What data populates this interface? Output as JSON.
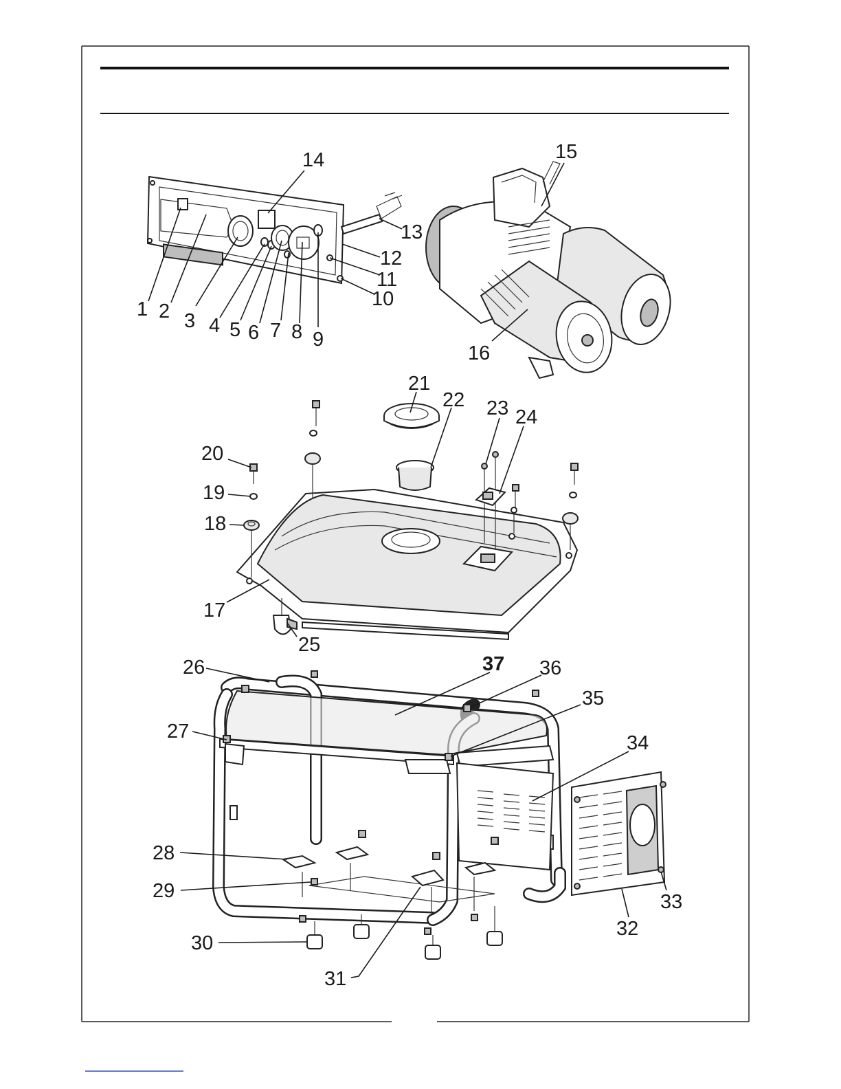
{
  "page": {
    "title": "",
    "footer_link": ""
  },
  "callouts": [
    {
      "id": "1",
      "text": "1"
    },
    {
      "id": "2",
      "text": "2"
    },
    {
      "id": "3",
      "text": "3"
    },
    {
      "id": "4",
      "text": "4"
    },
    {
      "id": "5",
      "text": "5"
    },
    {
      "id": "6",
      "text": "6"
    },
    {
      "id": "7",
      "text": "7"
    },
    {
      "id": "8",
      "text": "8"
    },
    {
      "id": "9",
      "text": "9"
    },
    {
      "id": "10",
      "text": "10"
    },
    {
      "id": "11",
      "text": "11"
    },
    {
      "id": "12",
      "text": "12"
    },
    {
      "id": "13",
      "text": "13"
    },
    {
      "id": "14",
      "text": "14"
    },
    {
      "id": "15",
      "text": "15"
    },
    {
      "id": "16",
      "text": "16"
    },
    {
      "id": "17",
      "text": "17"
    },
    {
      "id": "18",
      "text": "18"
    },
    {
      "id": "19",
      "text": "19"
    },
    {
      "id": "20",
      "text": "20"
    },
    {
      "id": "21",
      "text": "21"
    },
    {
      "id": "22",
      "text": "22"
    },
    {
      "id": "23",
      "text": "23"
    },
    {
      "id": "24",
      "text": "24"
    },
    {
      "id": "25",
      "text": "25"
    },
    {
      "id": "26",
      "text": "26"
    },
    {
      "id": "27",
      "text": "27"
    },
    {
      "id": "28",
      "text": "28"
    },
    {
      "id": "29",
      "text": "29"
    },
    {
      "id": "30",
      "text": "30"
    },
    {
      "id": "31",
      "text": "31"
    },
    {
      "id": "32",
      "text": "32"
    },
    {
      "id": "33",
      "text": "33"
    },
    {
      "id": "34",
      "text": "34"
    },
    {
      "id": "35",
      "text": "35"
    },
    {
      "id": "36",
      "text": "36"
    },
    {
      "id": "37",
      "text": "37"
    }
  ]
}
